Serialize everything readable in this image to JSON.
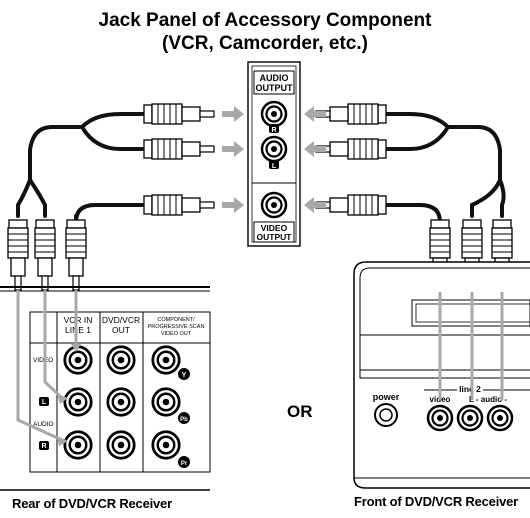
{
  "title_line1": "Jack Panel of Accessory Component",
  "title_line2": "(VCR, Camcorder, etc.)",
  "accessory_panel": {
    "audio_output_label_1": "AUDIO",
    "audio_output_label_2": "OUTPUT",
    "right_badge": "R",
    "left_badge": "L",
    "video_output_label_1": "VIDEO",
    "video_output_label_2": "OUTPUT"
  },
  "rear_panel": {
    "col1_header_1": "VCR IN",
    "col1_header_2": "LINE 1",
    "col2_header_1": "DVD/VCR",
    "col2_header_2": "OUT",
    "col3_header_1": "COMPONENT/",
    "col3_header_2": "PROGRESSIVE SCAN",
    "col3_header_3": "VIDEO OUT",
    "video_label": "VIDEO",
    "audio_label": "AUDIO",
    "left_badge": "L",
    "right_badge": "R",
    "y_badge": "Y",
    "pb_badge": "Pb",
    "pr_badge": "Pr",
    "caption": "Rear of DVD/VCR Receiver"
  },
  "or_label": "OR",
  "front_panel": {
    "power_label": "power",
    "line2_label": "line 2",
    "video_label": "video",
    "audio_label": "L - audio -",
    "caption": "Front of DVD/VCR Receiver"
  },
  "colors": {
    "line": "#000000",
    "arrow": "#a8a8a8",
    "cable": "#111111",
    "background": "#ffffff"
  }
}
